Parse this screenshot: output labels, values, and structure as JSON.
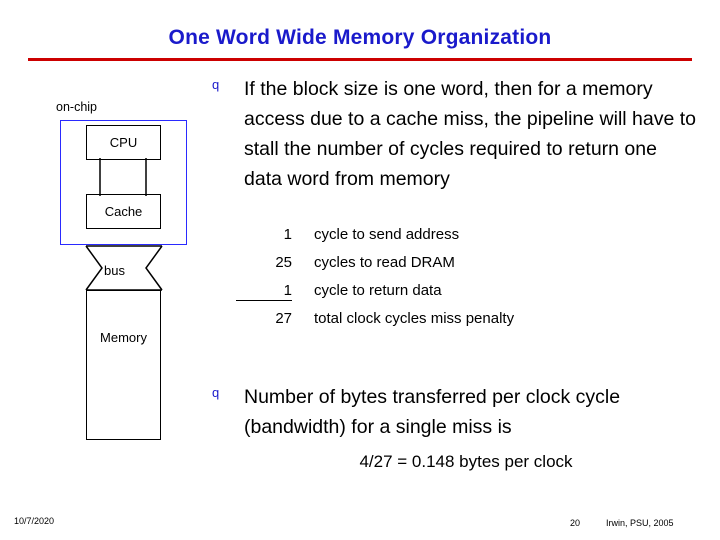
{
  "slide": {
    "title": "One Word Wide Memory Organization",
    "accent_title_color": "#1a1acb",
    "accent_rule_color": "#cc0000"
  },
  "diagram": {
    "onchip_label": "on-chip",
    "cpu_label": "CPU",
    "cache_label": "Cache",
    "bus_label": "bus",
    "memory_label": "Memory"
  },
  "bullets": [
    {
      "marker": "q",
      "text": "If the block size is one word, then for a memory access due to a cache miss, the pipeline will have to stall the number of cycles required to return one data word from memory"
    },
    {
      "marker": "q",
      "text": "Number of bytes transferred per clock cycle (bandwidth) for a single miss is"
    }
  ],
  "cycles": [
    {
      "value": "1",
      "label": "cycle to send address",
      "underline": false
    },
    {
      "value": "25",
      "label": "cycles to read DRAM",
      "underline": false
    },
    {
      "value": "1",
      "label": "cycle to return data",
      "underline": true
    },
    {
      "value": "27",
      "label": "total clock cycles miss penalty",
      "underline": false
    }
  ],
  "bandwidth": "4/27 = 0.148  bytes per clock",
  "footer": {
    "date": "10/7/2020",
    "page": "20",
    "credit": "Irwin, PSU, 2005"
  }
}
